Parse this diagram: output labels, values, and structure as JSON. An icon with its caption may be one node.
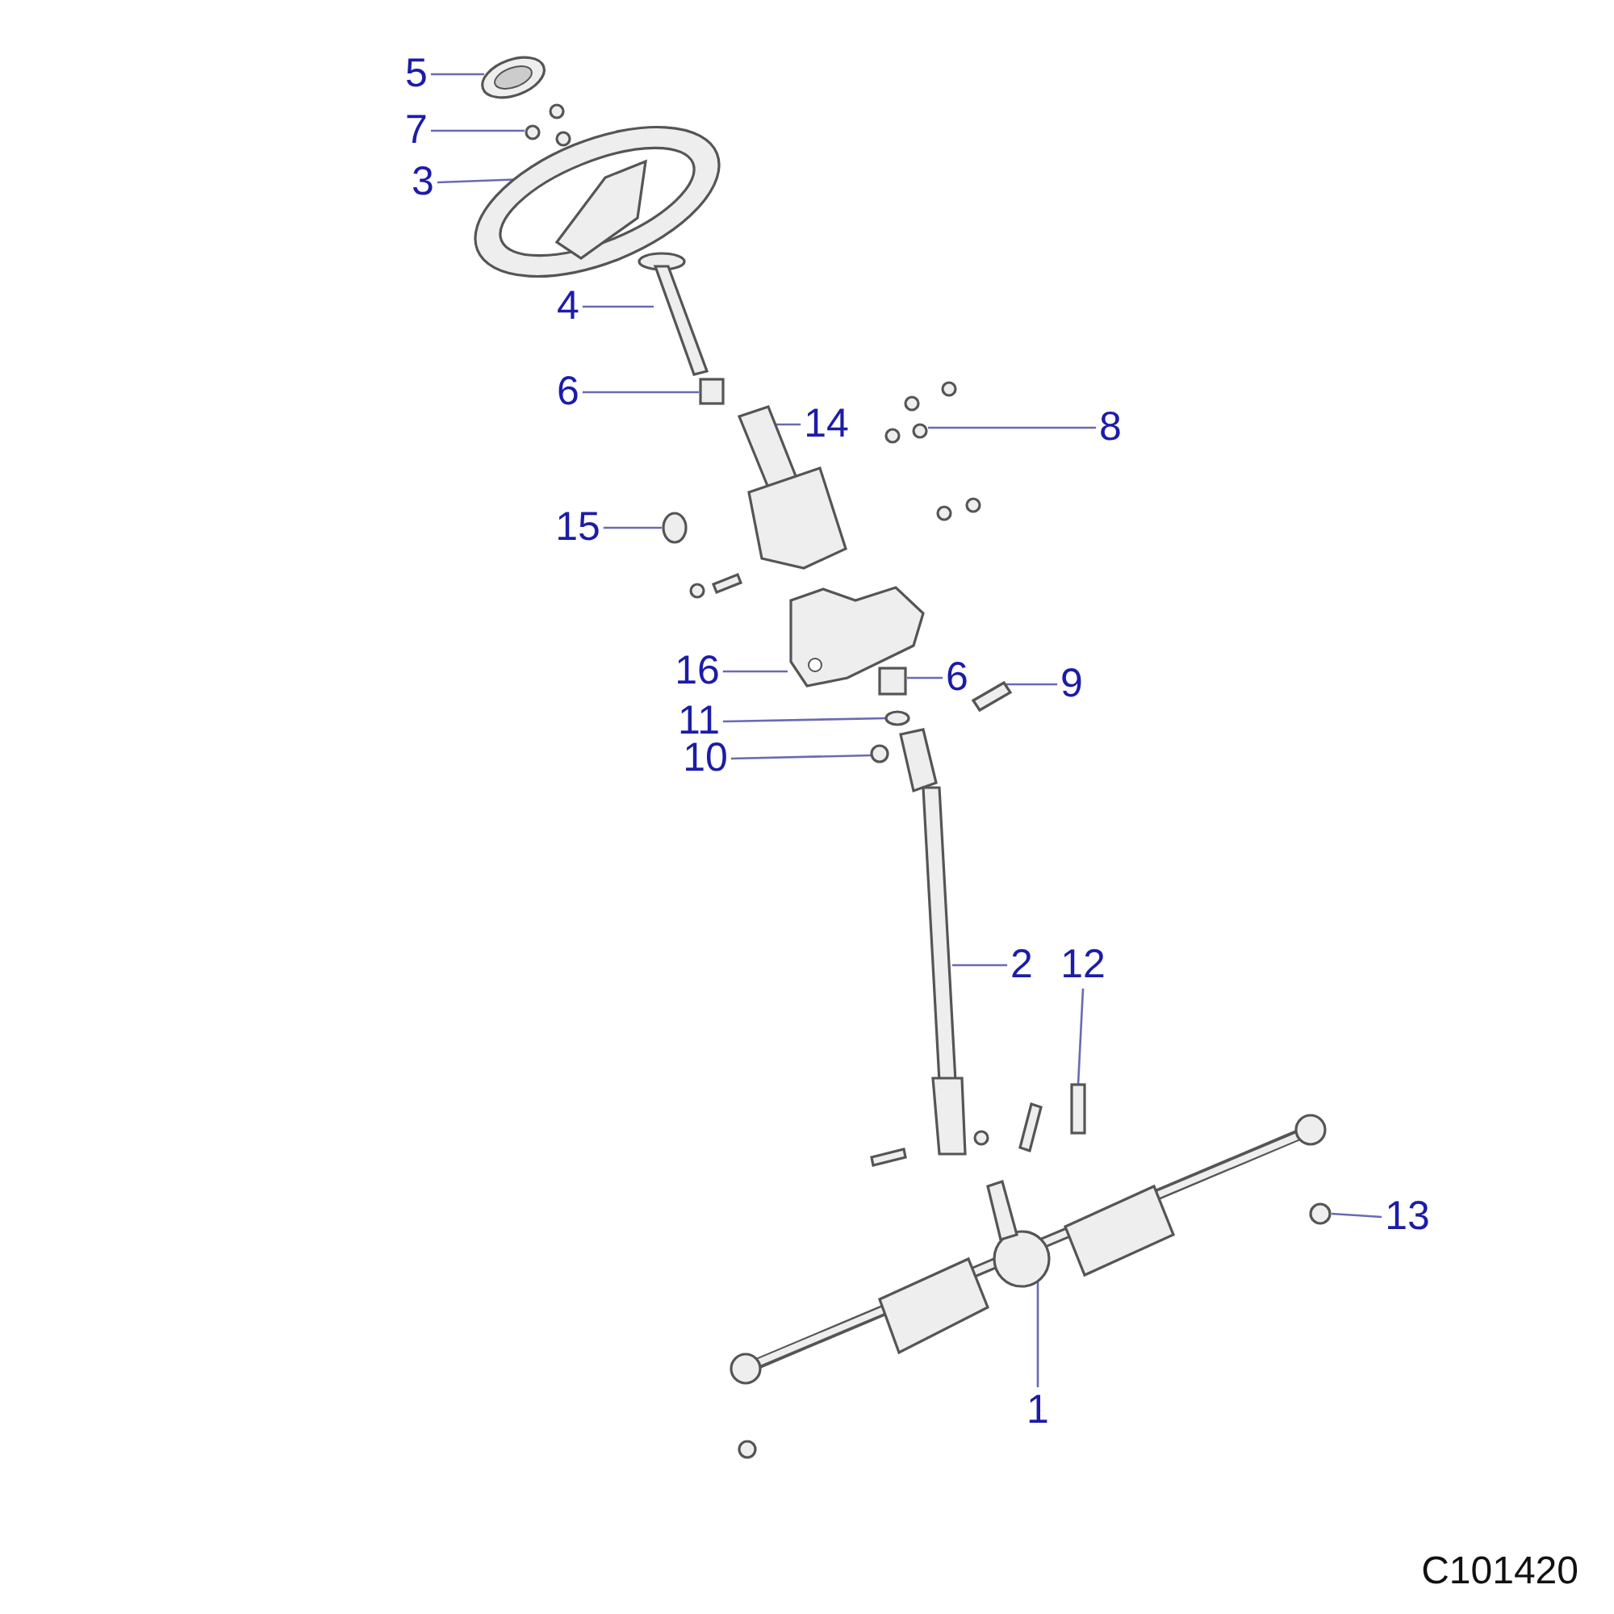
{
  "diagram": {
    "nodes": [
      {
        "text": [
          "5"
        ]
      },
      {
        "text": [
          "7"
        ]
      },
      {
        "text": [
          "3"
        ]
      },
      {
        "text": [
          "4"
        ]
      },
      {
        "text": [
          "6"
        ]
      },
      {
        "text": [
          "14"
        ]
      },
      {
        "text": [
          "8"
        ]
      },
      {
        "text": [
          "15"
        ]
      },
      {
        "text": [
          "16"
        ]
      },
      {
        "text": [
          "6"
        ]
      },
      {
        "text": [
          "9"
        ]
      },
      {
        "text": [
          "11"
        ]
      },
      {
        "text": [
          "10"
        ]
      },
      {
        "text": [
          "2"
        ]
      },
      {
        "text": [
          "12"
        ]
      },
      {
        "text": [
          "13"
        ]
      },
      {
        "text": [
          "1"
        ]
      },
      {
        "text": [],
        "shape": "picture"
      },
      {
        "text": [],
        "shape": "picture"
      },
      {
        "text": [],
        "shape": "picture"
      },
      {
        "text": [],
        "shape": "picture"
      },
      {
        "text": [],
        "shape": "box"
      },
      {
        "text": [],
        "shape": "picture"
      },
      {
        "text": [],
        "shape": "picture"
      },
      {
        "text": [],
        "shape": "circle"
      },
      {
        "text": [],
        "shape": "picture"
      },
      {
        "text": [],
        "shape": "box"
      },
      {
        "text": [],
        "shape": "picture"
      },
      {
        "text": [],
        "shape": "circle"
      },
      {
        "text": [],
        "shape": "circle"
      },
      {
        "text": [],
        "shape": "picture"
      },
      {
        "text": [],
        "shape": "box"
      },
      {
        "text": [],
        "shape": "circle"
      },
      {
        "text": [],
        "shape": "picture"
      }
    ],
    "edges": [
      {
        "from": 0,
        "to": 17,
        "arrow": "none"
      },
      {
        "from": 1,
        "to": 18,
        "arrow": "none"
      },
      {
        "from": 2,
        "to": 19,
        "arrow": "none"
      },
      {
        "from": 3,
        "to": 20,
        "arrow": "none"
      },
      {
        "from": 4,
        "to": 21,
        "arrow": "none"
      },
      {
        "from": 5,
        "to": 22,
        "arrow": "none"
      },
      {
        "from": 6,
        "to": 23,
        "arrow": "none"
      },
      {
        "from": 7,
        "to": 24,
        "arrow": "none"
      },
      {
        "from": 8,
        "to": 25,
        "arrow": "none"
      },
      {
        "from": 9,
        "to": 26,
        "arrow": "none"
      },
      {
        "from": 10,
        "to": 27,
        "arrow": "none"
      },
      {
        "from": 11,
        "to": 28,
        "arrow": "none"
      },
      {
        "from": 12,
        "to": 29,
        "arrow": "none"
      },
      {
        "from": 13,
        "to": 30,
        "arrow": "none"
      },
      {
        "from": 14,
        "to": 31,
        "arrow": "none"
      },
      {
        "from": 15,
        "to": 32,
        "arrow": "none"
      },
      {
        "from": 16,
        "to": 33,
        "arrow": "none"
      }
    ],
    "labels": [
      "C101420"
    ]
  }
}
